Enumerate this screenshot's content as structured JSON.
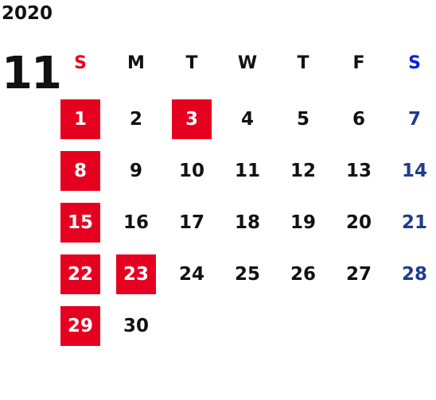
{
  "year": "2020",
  "month": "11",
  "colors": {
    "holiday_bg": "#e60020",
    "sunday_header": "#e60020",
    "saturday": "#1f3c8c",
    "saturday_header": "#0b21d6",
    "text": "#111111"
  },
  "weekdays": [
    "S",
    "M",
    "T",
    "W",
    "T",
    "F",
    "S"
  ],
  "weeks": [
    [
      {
        "day": "1",
        "holiday": true
      },
      {
        "day": "2"
      },
      {
        "day": "3",
        "holiday": true
      },
      {
        "day": "4"
      },
      {
        "day": "5"
      },
      {
        "day": "6"
      },
      {
        "day": "7",
        "saturday": true
      }
    ],
    [
      {
        "day": "8",
        "holiday": true
      },
      {
        "day": "9"
      },
      {
        "day": "10"
      },
      {
        "day": "11"
      },
      {
        "day": "12"
      },
      {
        "day": "13"
      },
      {
        "day": "14",
        "saturday": true
      }
    ],
    [
      {
        "day": "15",
        "holiday": true
      },
      {
        "day": "16"
      },
      {
        "day": "17"
      },
      {
        "day": "18"
      },
      {
        "day": "19"
      },
      {
        "day": "20"
      },
      {
        "day": "21",
        "saturday": true
      }
    ],
    [
      {
        "day": "22",
        "holiday": true
      },
      {
        "day": "23",
        "holiday": true
      },
      {
        "day": "24"
      },
      {
        "day": "25"
      },
      {
        "day": "26"
      },
      {
        "day": "27"
      },
      {
        "day": "28",
        "saturday": true
      }
    ],
    [
      {
        "day": "29",
        "holiday": true
      },
      {
        "day": "30"
      },
      {
        "day": ""
      },
      {
        "day": ""
      },
      {
        "day": ""
      },
      {
        "day": ""
      },
      {
        "day": ""
      }
    ]
  ]
}
